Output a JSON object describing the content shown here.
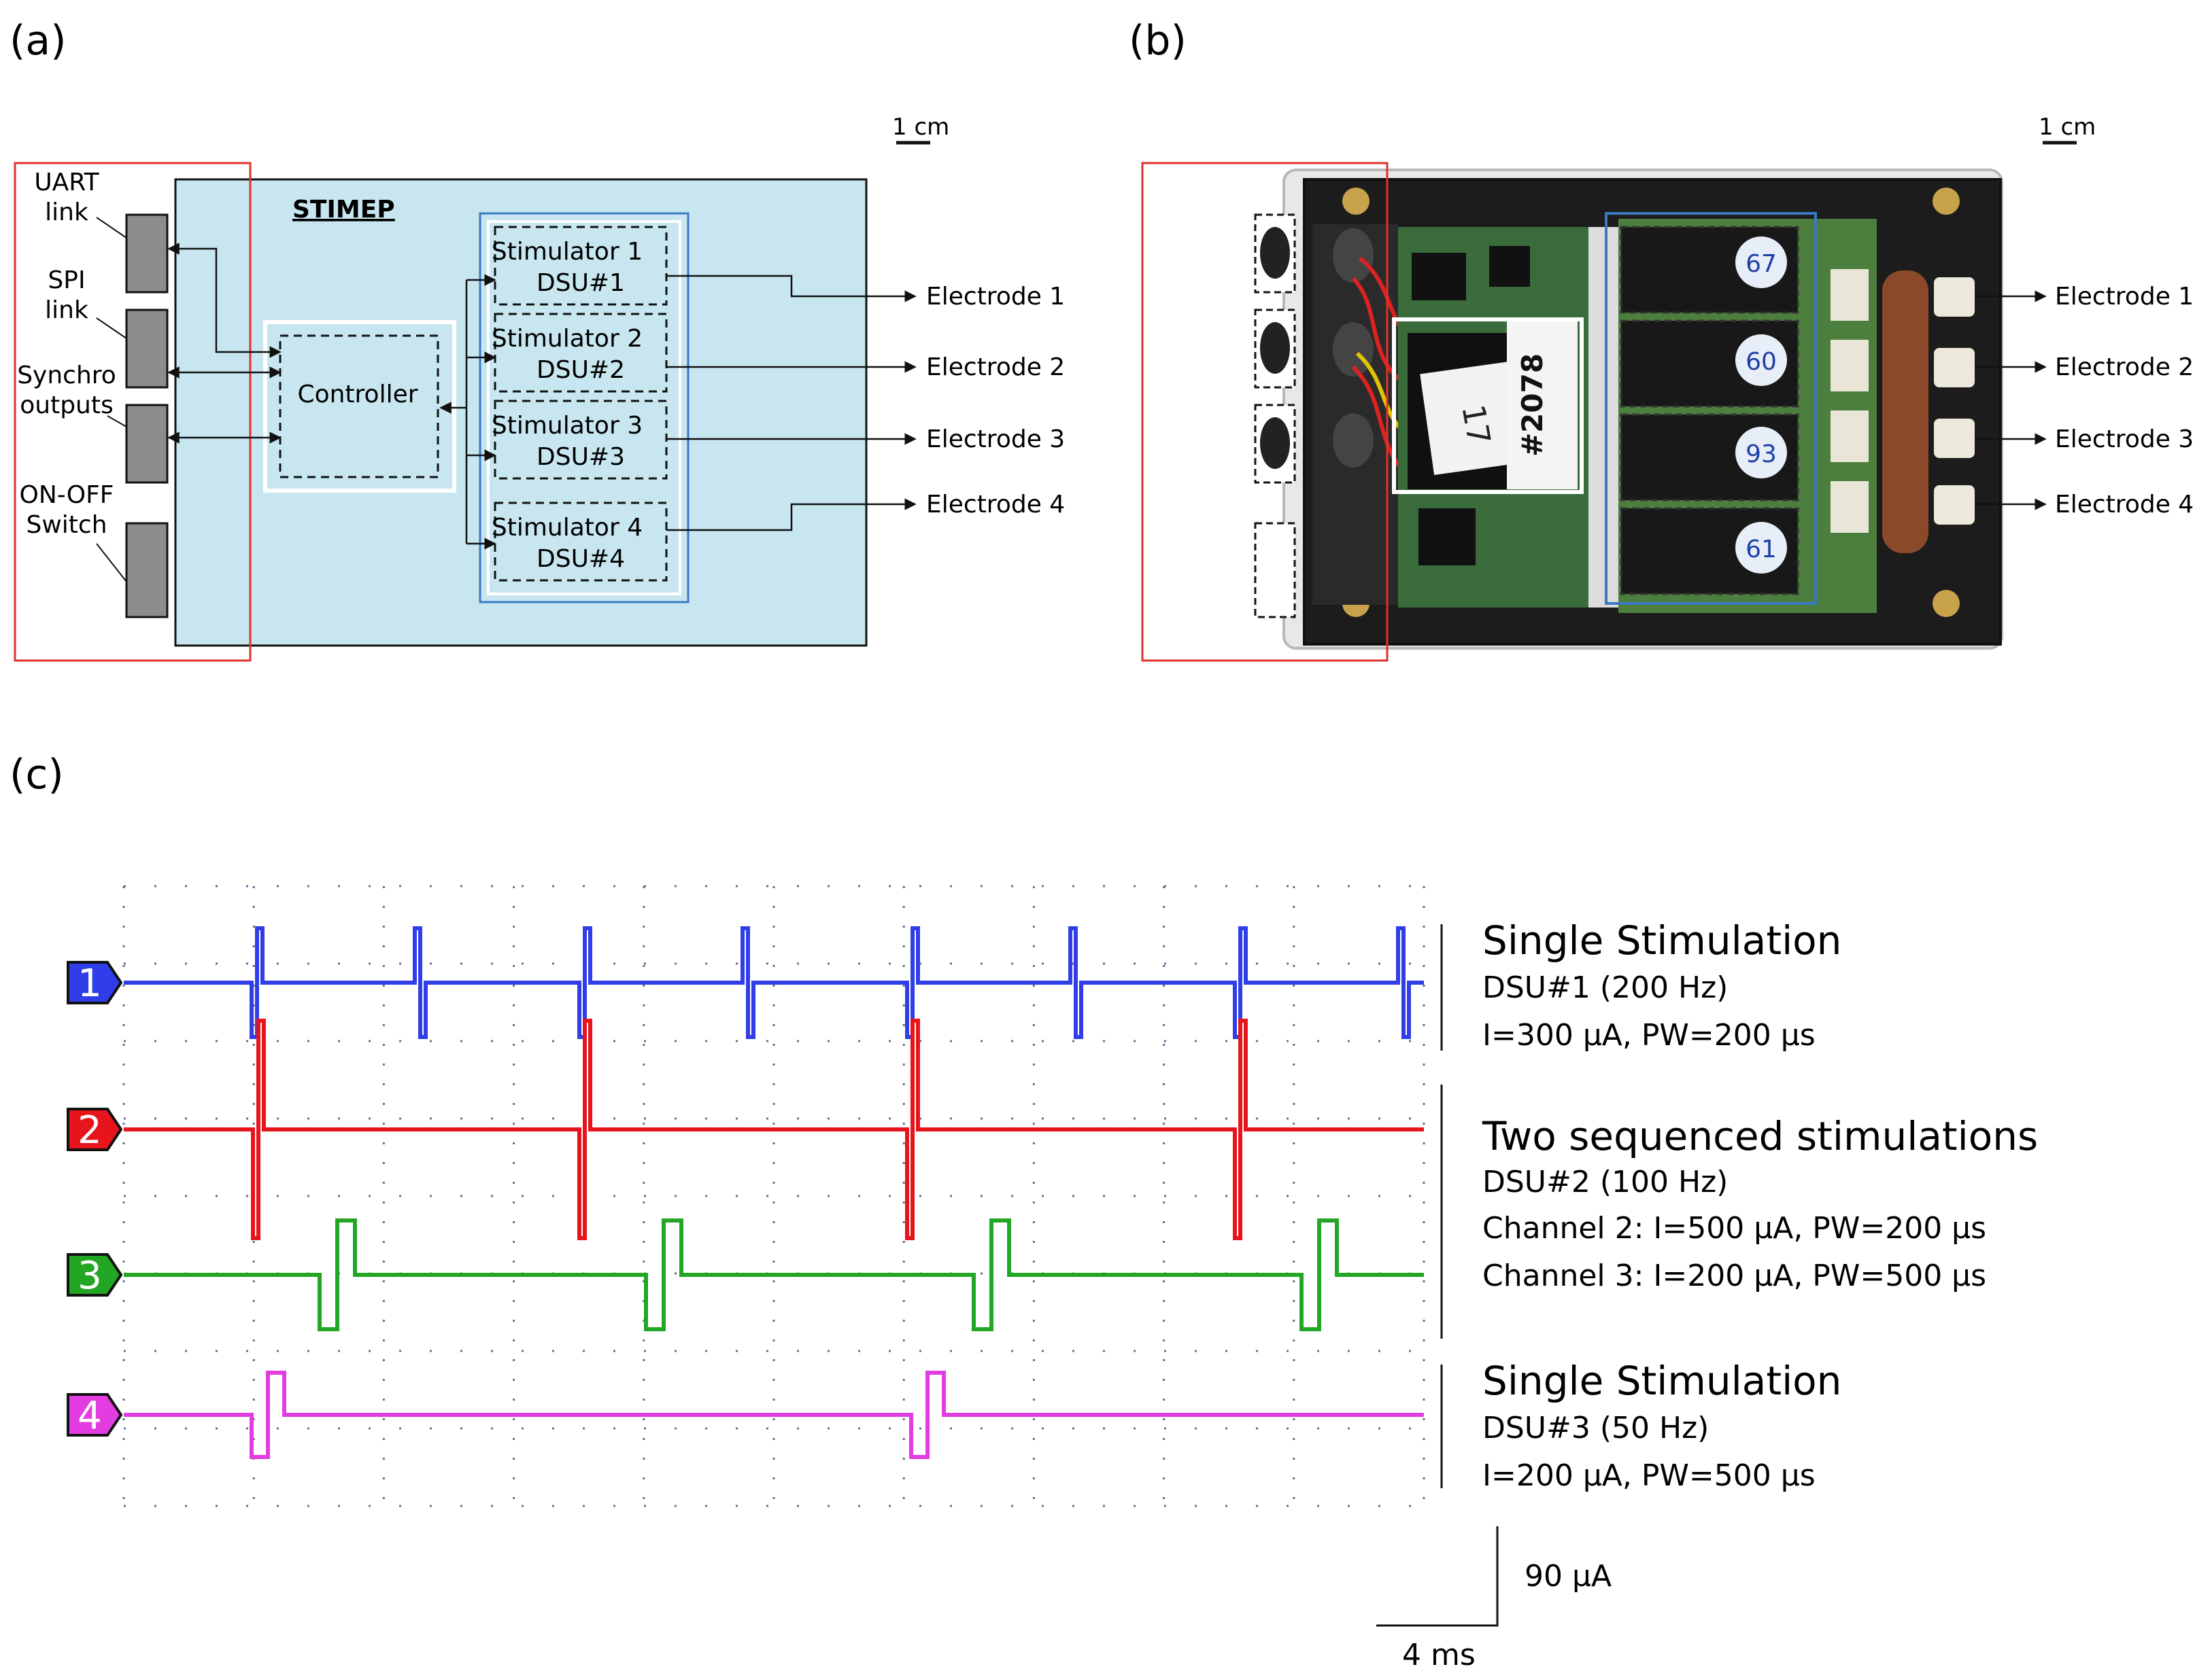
{
  "panels": {
    "a": {
      "label": "(a)"
    },
    "b": {
      "label": "(b)"
    },
    "c": {
      "label": "(c)"
    }
  },
  "scale_bar_label": "1 cm",
  "diagram": {
    "title": "STIMEP",
    "controller": "Controller",
    "interfaces": [
      {
        "line1": "UART",
        "line2": "link"
      },
      {
        "line1": "SPI",
        "line2": "link"
      },
      {
        "line1": "Synchro",
        "line2": "outputs"
      },
      {
        "line1": "ON-OFF",
        "line2": "Switch"
      }
    ],
    "stimulators": [
      {
        "name": "Stimulator 1",
        "dsu": "DSU#1",
        "electrode": "Electrode 1"
      },
      {
        "name": "Stimulator 2",
        "dsu": "DSU#2",
        "electrode": "Electrode 2"
      },
      {
        "name": "Stimulator 3",
        "dsu": "DSU#3",
        "electrode": "Electrode 3"
      },
      {
        "name": "Stimulator 4",
        "dsu": "DSU#4",
        "electrode": "Electrode 4"
      }
    ],
    "colors": {
      "enclosure": "#c7e6f0",
      "red_box": "#e0312b",
      "blue_box": "#3a78c2",
      "connector": "#8c8c8c"
    }
  },
  "photo": {
    "board_label": "#2078",
    "chip_labels": [
      "67",
      "60",
      "93",
      "61"
    ],
    "sticker_text": "17",
    "electrodes": [
      "Electrode 1",
      "Electrode 2",
      "Electrode 3",
      "Electrode 4"
    ]
  },
  "scope": {
    "channels": [
      {
        "num": "1",
        "color": "#2f3ee8"
      },
      {
        "num": "2",
        "color": "#e8141c"
      },
      {
        "num": "3",
        "color": "#23a623"
      },
      {
        "num": "4",
        "color": "#e33ce0"
      }
    ],
    "descriptions": [
      {
        "title": "Single Stimulation",
        "lines": [
          "DSU#1 (200 Hz)",
          "I=300 µA, PW=200 µs"
        ]
      },
      {
        "title": "Two sequenced stimulations",
        "lines": [
          "DSU#2 (100 Hz)",
          "Channel 2: I=500 µA, PW=200 µs",
          "Channel 3: I=200 µA, PW=500 µs"
        ]
      },
      {
        "title": "Single Stimulation",
        "lines": [
          "DSU#3 (50 Hz)",
          "I=200 µA, PW=500 µs"
        ]
      }
    ],
    "scale": {
      "y": "90 µA",
      "x": "4 ms"
    }
  }
}
